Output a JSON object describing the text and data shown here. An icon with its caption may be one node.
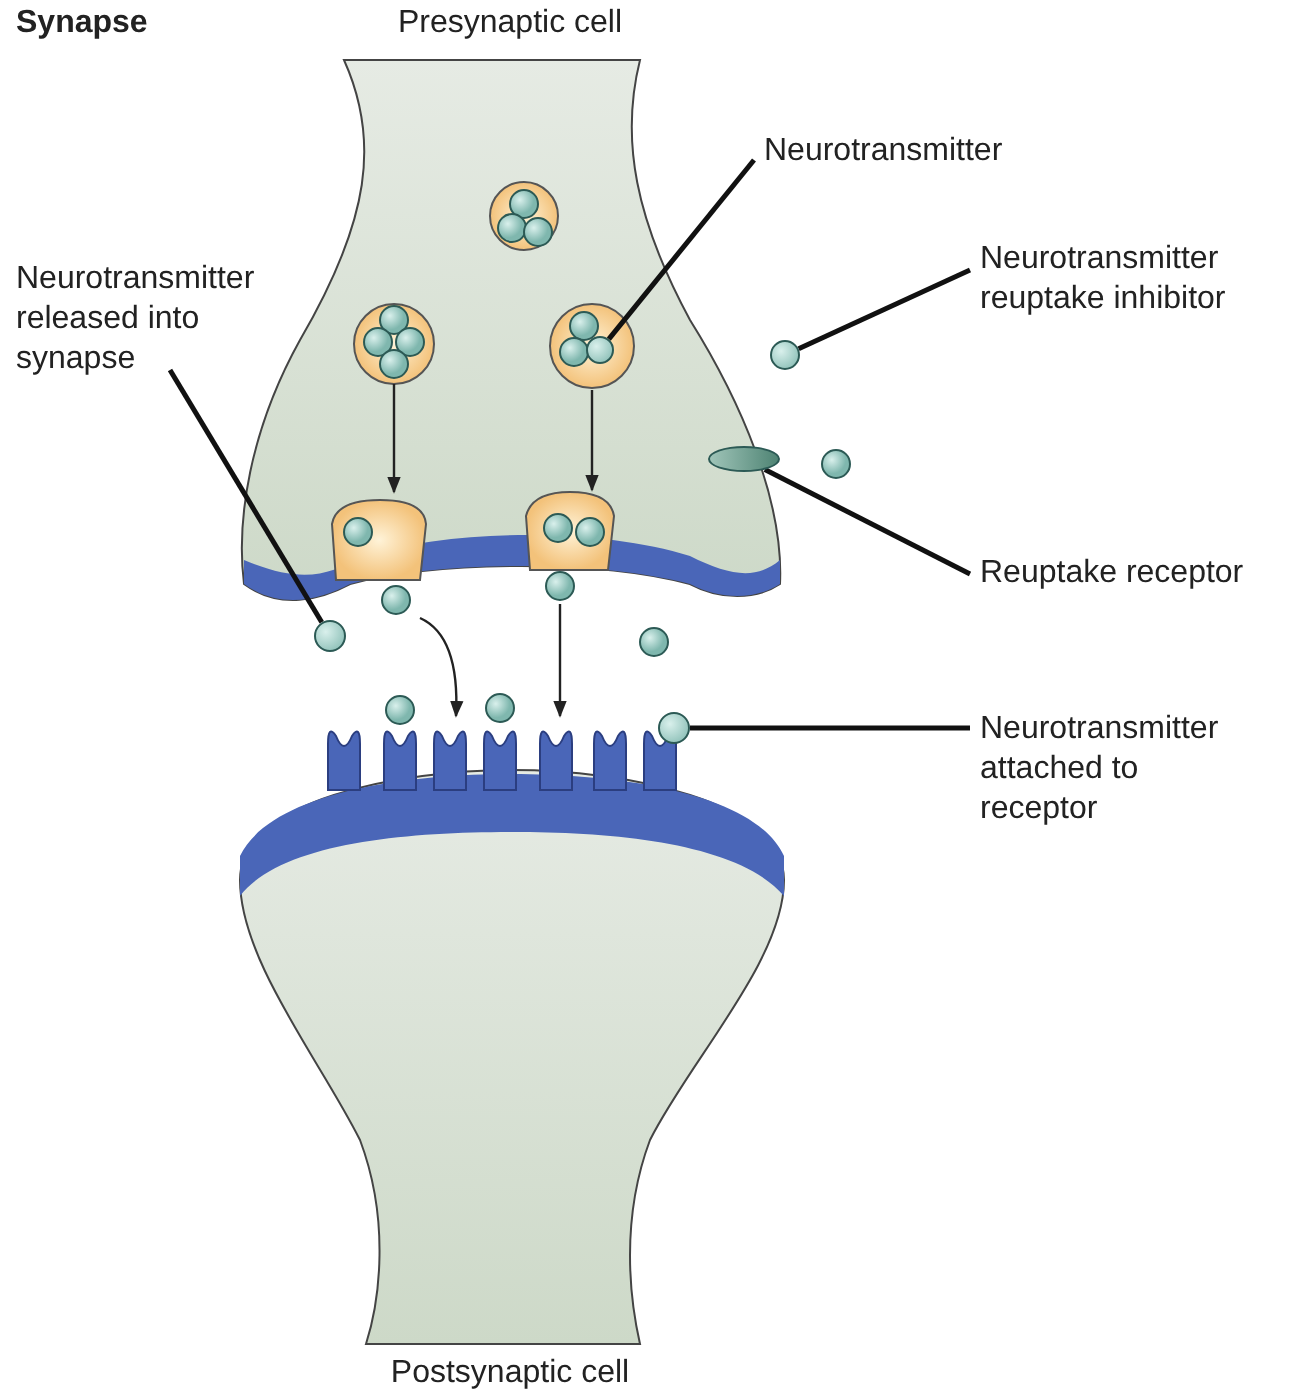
{
  "diagram": {
    "title": "Synapse",
    "nodes": [
      {
        "text": [
          "Neurotransmitter released into synapse"
        ]
      },
      {
        "text": [],
        "shape": "circle"
      },
      {
        "text": [
          "Neurotransmitter"
        ]
      },
      {
        "text": [],
        "shape": "circle"
      },
      {
        "text": [
          "Neurotransmitter reuptake inhibitor"
        ]
      },
      {
        "text": [],
        "shape": "circle"
      },
      {
        "text": [
          "Reuptake receptor"
        ]
      },
      {
        "text": [],
        "shape": "ellipse"
      },
      {
        "text": [
          "Neurotransmitter attached to receptor"
        ]
      },
      {
        "text": [],
        "shape": "circle"
      }
    ],
    "edges": [
      {
        "from": 0,
        "to": 1,
        "arrow": "none"
      },
      {
        "from": 2,
        "to": 3,
        "arrow": "none"
      },
      {
        "from": 4,
        "to": 5,
        "arrow": "none"
      },
      {
        "from": 6,
        "to": 7,
        "arrow": "none"
      },
      {
        "from": 8,
        "to": 9,
        "arrow": "none"
      }
    ],
    "labels": [
      "Presynaptic cell",
      "Postsynaptic cell"
    ]
  }
}
